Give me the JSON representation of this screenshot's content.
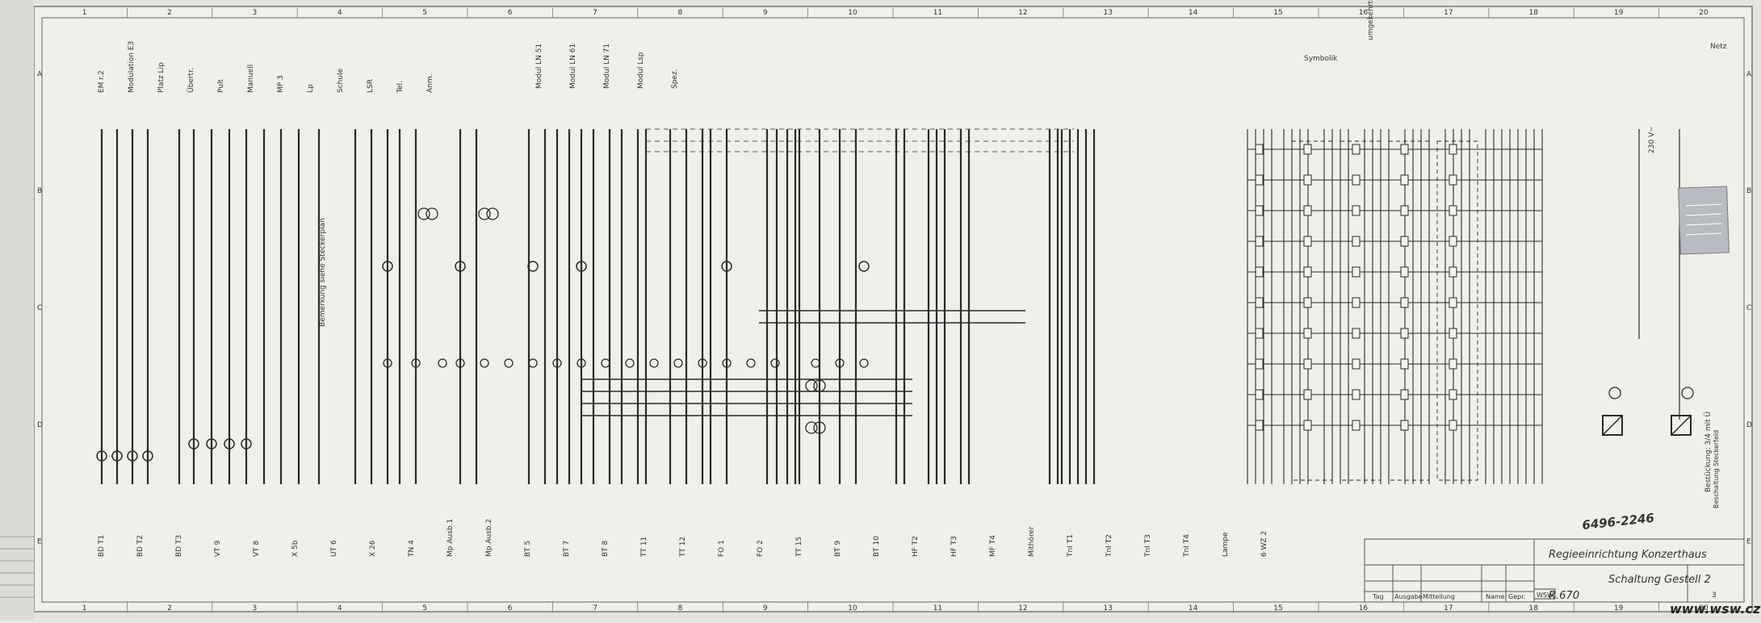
{
  "sheet": {
    "column_numbers": [
      "1",
      "2",
      "3",
      "4",
      "5",
      "6",
      "7",
      "8",
      "9",
      "10",
      "11",
      "12",
      "13",
      "14",
      "15",
      "16",
      "17",
      "18",
      "19",
      "20"
    ],
    "row_letters": [
      "A",
      "B",
      "C",
      "D",
      "E"
    ],
    "drawing_number": "6496-2246",
    "watermark": "www.wsw.cz",
    "manufacturer": "WSW",
    "sheet_label": "Beschaltung Steckerfeld"
  },
  "title_block": {
    "project": "Regieeinrichtung Konzerthaus",
    "drawing_title": "Schaltung Gestell 2",
    "ref": "R.670",
    "sheet_no": "3",
    "headers": [
      "Tag",
      "Name",
      "Gepr.",
      "Mitteilung",
      "Ausgabe"
    ]
  },
  "top_labels": [
    "EM r.2",
    "Modulation E3",
    "Platz Lip",
    "Übertr.",
    "Pult",
    "Manuell",
    "MP 3",
    "Lp",
    "Schule",
    "LSR",
    "Tel.",
    "Anm."
  ],
  "upper_group": [
    "Modul LN 51",
    "Modul LN 61",
    "Modul LN 71",
    "Modul Lsp",
    "Spez."
  ],
  "right_labels": [
    "Symbolik",
    "umgekehrte Verdrahtung",
    "Netz",
    "230 V~"
  ],
  "bottom_labels": [
    "BD T1",
    "BD T2",
    "BD T3",
    "VT 9",
    "VT 8",
    "X 5b",
    "UT 6",
    "X 26",
    "TN 4",
    "Mp Ausb.1",
    "Mp Ausb.2",
    "BT 5",
    "BT 7",
    "BT 8",
    "TT 11",
    "TT 12",
    "FO 1",
    "FO 2",
    "TT 15",
    "BT 9",
    "BT 10",
    "HF T2",
    "HF T3",
    "MF T4",
    "Mithörer",
    "TnI T1",
    "TnI T2",
    "TnI T3",
    "TnI T4",
    "Lampe",
    "6 WZ 2"
  ],
  "notes": [
    "Bemerkung siehe Steckerplan",
    "Bestückung: 3/4 mit Ü"
  ]
}
